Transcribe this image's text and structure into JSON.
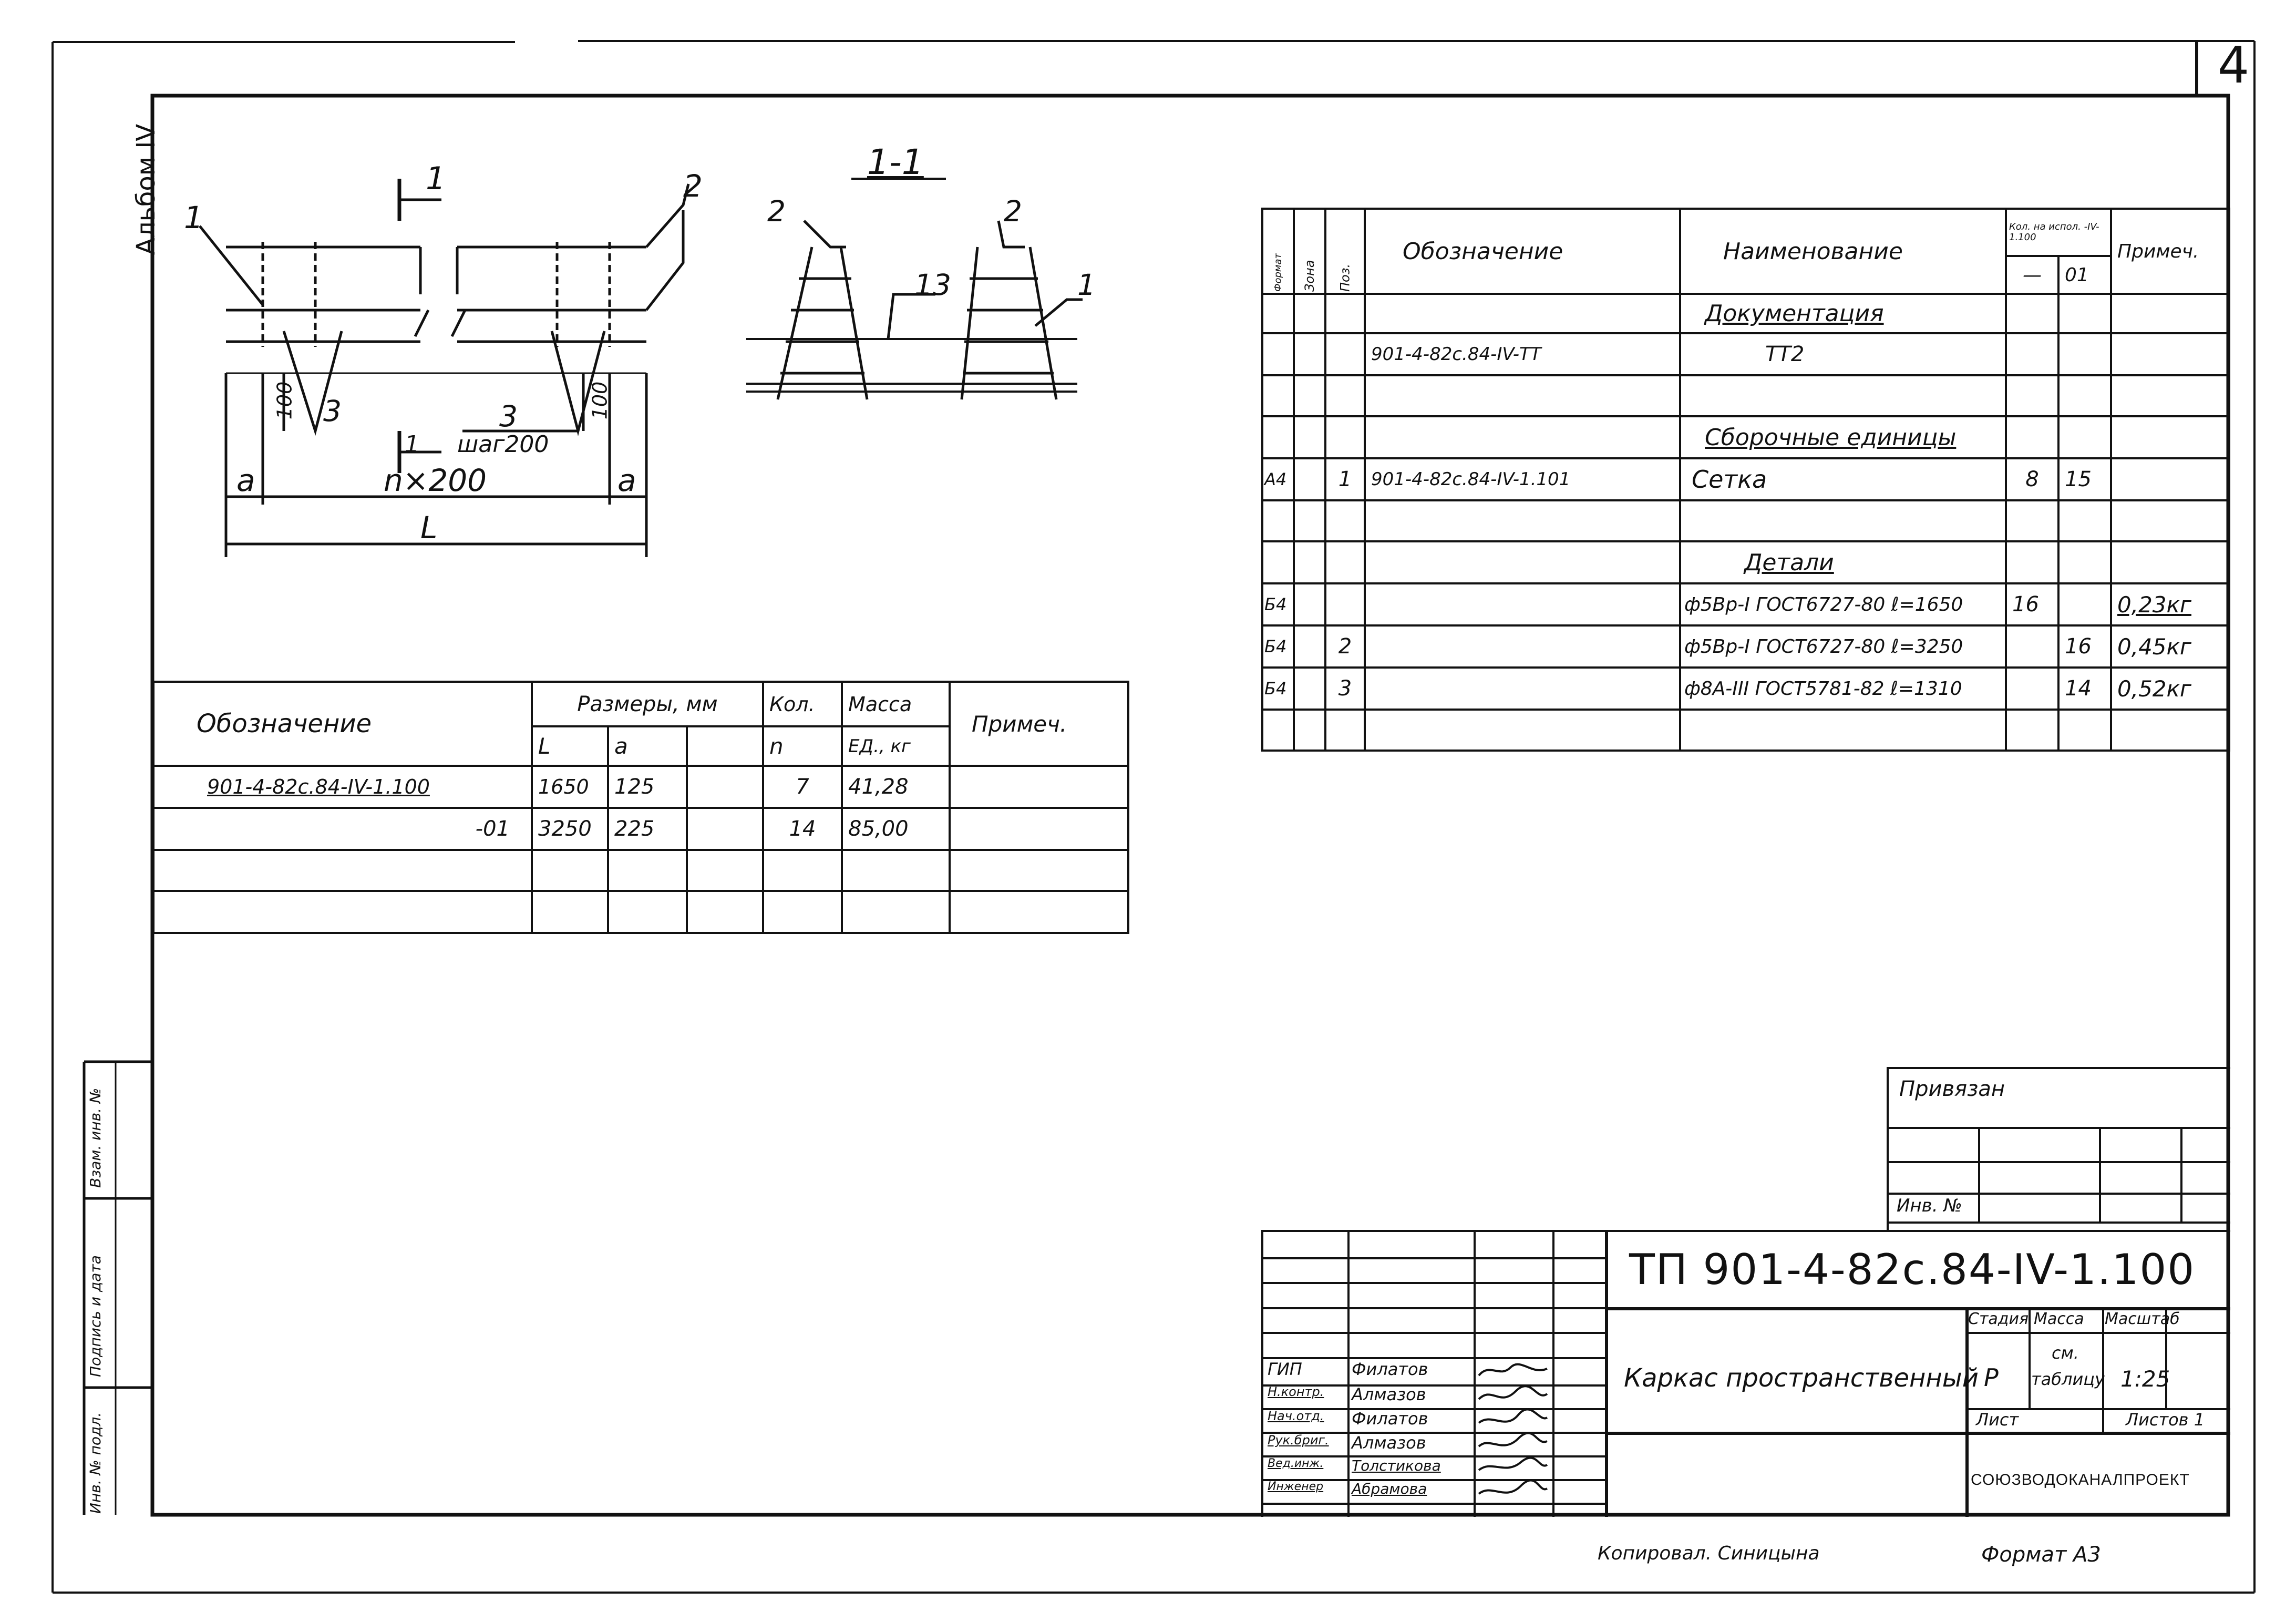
{
  "sheet": {
    "number": "4",
    "album": "Альбом IV",
    "footer_copied": "Копировал. Синицына",
    "footer_format": "Формат А3"
  },
  "drawing": {
    "labels": [
      "1",
      "2",
      "1",
      "3",
      "шаг200",
      "3",
      "100",
      "100",
      "а",
      "n×200",
      "а",
      "L",
      "1",
      "1",
      "2",
      "2",
      "1",
      "3",
      "1",
      "1-1"
    ]
  },
  "spec_table": {
    "headers": {
      "format": "Формат",
      "zone": "Зона",
      "pos": "Поз.",
      "designation": "Обозначение",
      "name": "Наименование",
      "qty_group": "Кол. на испол. -IV-1.100",
      "qty_col1": "—",
      "qty_col2": "01",
      "note": "Примеч."
    },
    "rows": [
      {
        "format": "",
        "zone": "",
        "pos": "",
        "designation": "",
        "name": "Документация",
        "q1": "",
        "q2": "",
        "note": ""
      },
      {
        "format": "",
        "zone": "",
        "pos": "",
        "designation": "901-4-82с.84-IV-ТТ",
        "name": "ТТ2",
        "q1": "",
        "q2": "",
        "note": ""
      },
      {
        "format": "",
        "zone": "",
        "pos": "",
        "designation": "",
        "name": "",
        "q1": "",
        "q2": "",
        "note": ""
      },
      {
        "format": "",
        "zone": "",
        "pos": "",
        "designation": "",
        "name": "Сборочные единицы",
        "q1": "",
        "q2": "",
        "note": ""
      },
      {
        "format": "А4",
        "zone": "",
        "pos": "1",
        "designation": "901-4-82с.84-IV-1.101",
        "name": "Сетка",
        "q1": "8",
        "q2": "15",
        "note": ""
      },
      {
        "format": "",
        "zone": "",
        "pos": "",
        "designation": "",
        "name": "",
        "q1": "",
        "q2": "",
        "note": ""
      },
      {
        "format": "",
        "zone": "",
        "pos": "",
        "designation": "",
        "name": "Детали",
        "q1": "",
        "q2": "",
        "note": ""
      },
      {
        "format": "Б4",
        "zone": "",
        "pos": "",
        "designation": "",
        "name": "ф5Вр-I ГОСТ6727-80 ℓ=1650",
        "q1": "16",
        "q2": "",
        "note": "0,23кг"
      },
      {
        "format": "Б4",
        "zone": "",
        "pos": "2",
        "designation": "",
        "name": "ф5Вр-I ГОСТ6727-80 ℓ=3250",
        "q1": "",
        "q2": "16",
        "note": "0,45кг"
      },
      {
        "format": "Б4",
        "zone": "",
        "pos": "3",
        "designation": "",
        "name": "ф8А-III ГОСТ5781-82 ℓ=1310",
        "q1": "",
        "q2": "14",
        "note": "0,52кг"
      },
      {
        "format": "",
        "zone": "",
        "pos": "",
        "designation": "",
        "name": "",
        "q1": "",
        "q2": "",
        "note": ""
      }
    ]
  },
  "size_table": {
    "headers": {
      "designation": "Обозначение",
      "sizes": "Размеры, мм",
      "L": "L",
      "a": "а",
      "qty": "Кол.",
      "n": "n",
      "mass": "Масса",
      "mass_unit": "ЕД., кг",
      "note": "Примеч."
    },
    "rows": [
      {
        "designation": "901-4-82с.84-IV-1.100",
        "L": "1650",
        "a": "125",
        "n": "7",
        "mass": "41,28",
        "note": ""
      },
      {
        "designation": "-01",
        "L": "3250",
        "a": "225",
        "n": "14",
        "mass": "85,00",
        "note": ""
      },
      {
        "designation": "",
        "L": "",
        "a": "",
        "n": "",
        "mass": "",
        "note": ""
      },
      {
        "designation": "",
        "L": "",
        "a": "",
        "n": "",
        "mass": "",
        "note": ""
      }
    ]
  },
  "binding_box": {
    "title": "Привязан",
    "inv": "Инв. №"
  },
  "side_stamp": {
    "inv_orig": "Инв. № подл.",
    "sign_date": "Подпись и дата",
    "replaced": "Взам. инв. №"
  },
  "title_block": {
    "code": "ТП 901-4-82с.84-IV-1.100",
    "title": "Каркас пространственный",
    "stage_label": "Стадия",
    "mass_label": "Масса",
    "scale_label": "Масштаб",
    "stage": "Р",
    "mass": "см. таблицу",
    "scale": "1:25",
    "sheet_label": "Лист",
    "sheets_label": "Листов 1",
    "org": "СОЮЗВОДОКАНАЛПРОЕКТ",
    "people": [
      {
        "role": "ГИП",
        "name": "Филатов"
      },
      {
        "role": "Н.контр.",
        "name": "Алмазов"
      },
      {
        "role": "Нач.отд.",
        "name": "Филатов"
      },
      {
        "role": "Рук.бриг.",
        "name": "Алмазов"
      },
      {
        "role": "Вед.инж.",
        "name": "Толстикова"
      },
      {
        "role": "Инженер",
        "name": "Абрамова"
      }
    ]
  }
}
